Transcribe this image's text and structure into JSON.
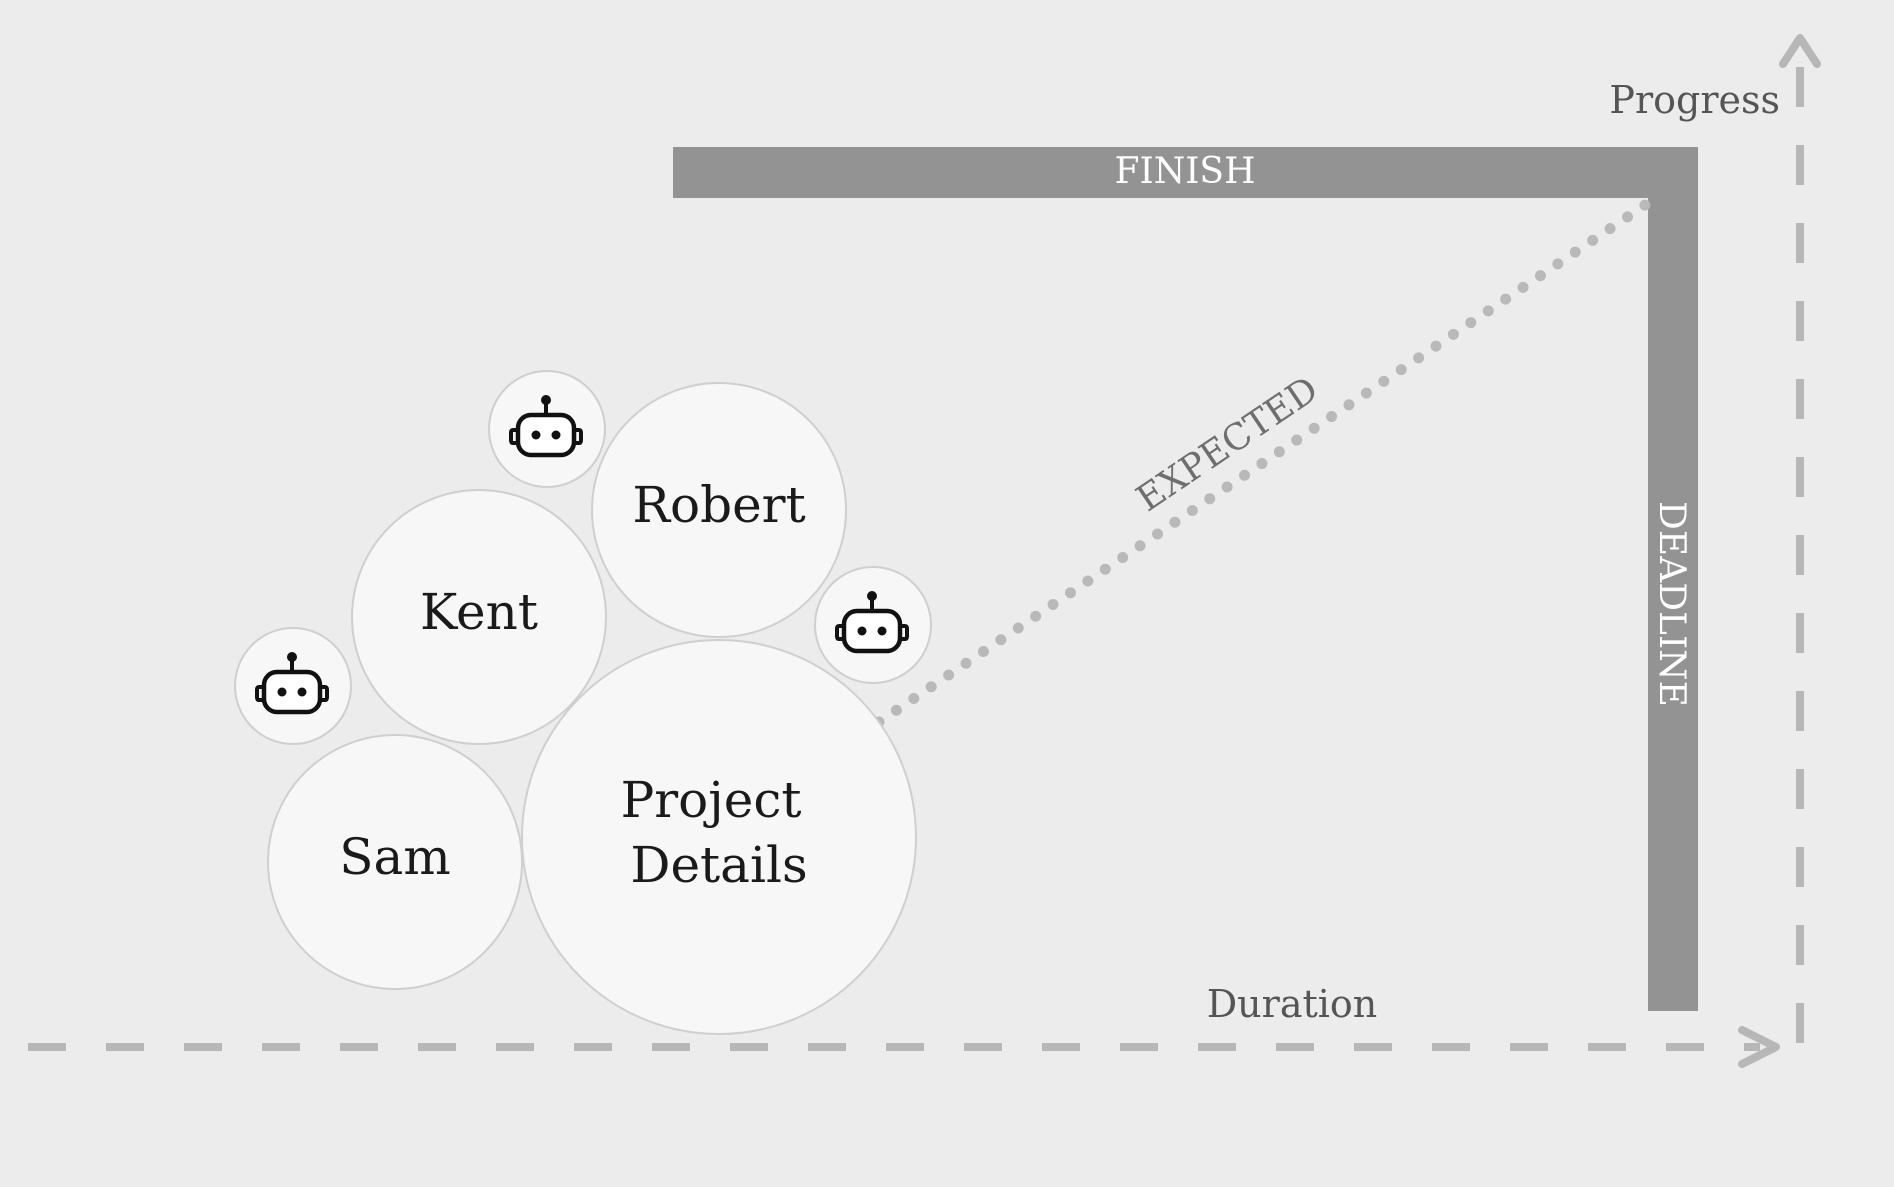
{
  "axes": {
    "x_label": "Duration",
    "y_label": "Progress"
  },
  "bars": {
    "finish_label": "FINISH",
    "deadline_label": "DEADLINE"
  },
  "expected_label": "EXPECTED",
  "bubbles": {
    "project": {
      "line1": "Project",
      "line2": "Details"
    },
    "robert": "Robert",
    "kent": "Kent",
    "sam": "Sam"
  },
  "icons": [
    "robot-icon",
    "robot-icon",
    "robot-icon"
  ],
  "colors": {
    "background": "#ececec",
    "bar": "#939393",
    "axis": "#b7b7b7",
    "dots": "#b9b9b9",
    "bubble_fill": "#f7f7f7",
    "bubble_stroke": "#cfcfcf"
  }
}
